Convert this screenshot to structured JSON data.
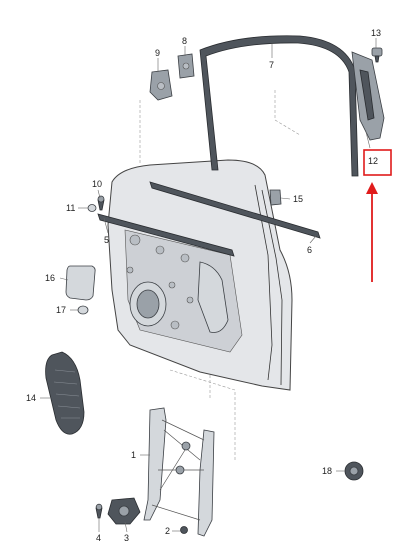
{
  "callouts": {
    "c1": "1",
    "c2": "2",
    "c3": "3",
    "c4": "4",
    "c5": "5",
    "c6": "6",
    "c7": "7",
    "c8": "8",
    "c9": "9",
    "c10": "10",
    "c11": "11",
    "c12": "12",
    "c13": "13",
    "c14": "14",
    "c15": "15",
    "c16": "16",
    "c17": "17",
    "c18": "18"
  },
  "colors": {
    "highlight": "#e01b1b",
    "part_dark": "#4f555c",
    "panel": "#e4e6e9"
  },
  "highlighted_part": "12"
}
